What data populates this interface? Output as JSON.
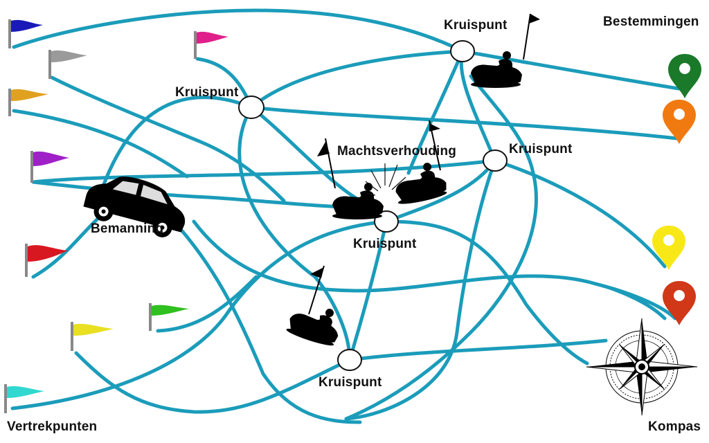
{
  "labels": {
    "crossing_top": "Kruispunt",
    "crossing_upper_left": "Kruispunt",
    "crossing_right": "Kruispunt",
    "crossing_center": "Kruispunt",
    "crossing_bottom": "Kruispunt",
    "power_balance": "Machtsverhouding",
    "crew": "Bemanning",
    "destinations": "Bestemmingen",
    "starting_points": "Vertrekpunten",
    "compass": "Kompas"
  },
  "colors": {
    "road": "#1b9cba",
    "node_fill": "#ffffff",
    "node_stroke": "#111111",
    "flag_blue": "#1a1ab8",
    "flag_gray": "#9a9a9a",
    "flag_orange": "#e0a020",
    "flag_purple": "#a020c8",
    "flag_red": "#d81820",
    "flag_pink": "#e0208a",
    "flag_green": "#30c020",
    "flag_yellow": "#e8e020",
    "flag_cyan": "#30d8d0",
    "pin_green": "#1a7a2a",
    "pin_orange": "#f07a10",
    "pin_yellow": "#f8e818",
    "pin_red": "#d03818"
  },
  "icons": {
    "start_flags": [
      "flag-icon",
      "flag-icon",
      "flag-icon",
      "flag-icon",
      "flag-icon",
      "flag-icon",
      "flag-icon",
      "flag-icon",
      "flag-icon"
    ],
    "destination_pins": [
      "map-pin-icon",
      "map-pin-icon",
      "map-pin-icon",
      "map-pin-icon"
    ],
    "vehicles": [
      "car-icon",
      "bumper-car-icon",
      "compass-rose-icon"
    ]
  }
}
